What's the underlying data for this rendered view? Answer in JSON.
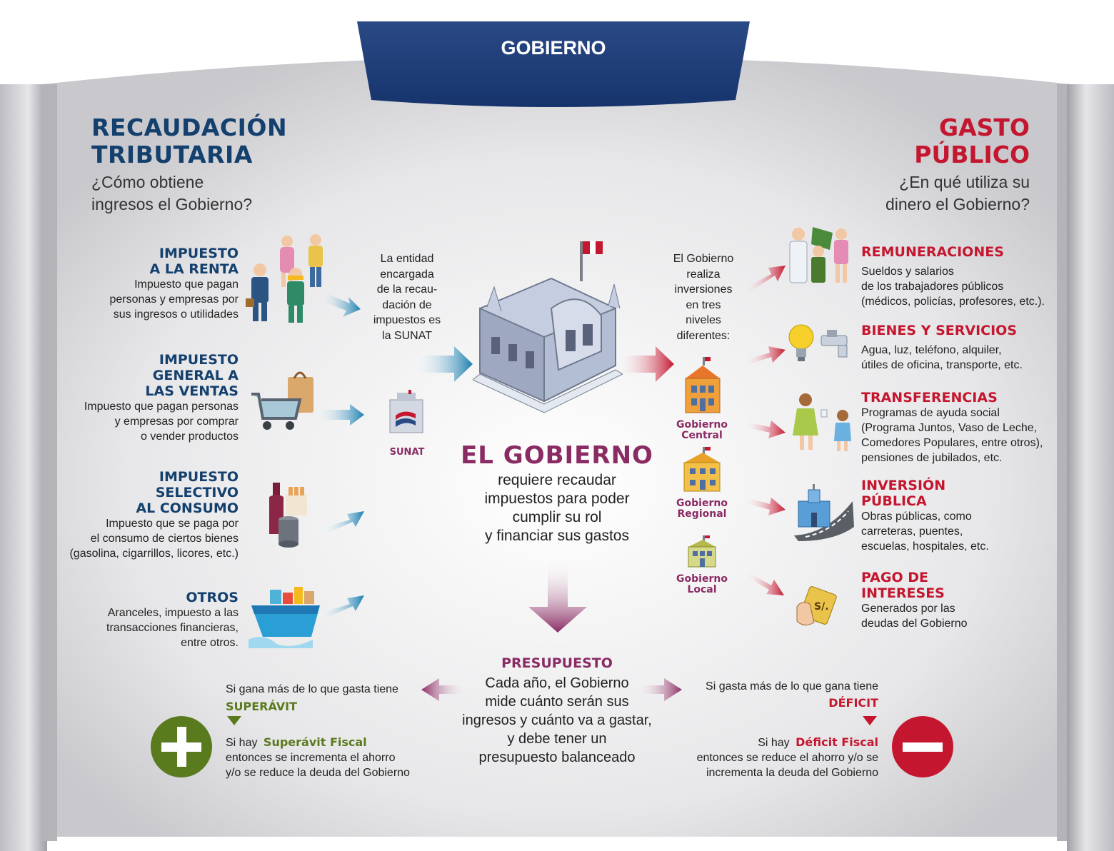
{
  "banner": {
    "title": "GOBIERNO"
  },
  "left": {
    "heading_line1": "RECAUDACIÓN",
    "heading_line2": "TRIBUTARIA",
    "sub_line1": "¿Cómo obtiene",
    "sub_line2": "ingresos el Gobierno?",
    "taxes": [
      {
        "title": [
          "IMPUESTO",
          "A LA RENTA"
        ],
        "desc": [
          "Impuesto que pagan",
          "personas y empresas por",
          "sus ingresos o utilidades"
        ],
        "icon": "people-icon"
      },
      {
        "title": [
          "IMPUESTO",
          "GENERAL A",
          "LAS VENTAS"
        ],
        "desc": [
          "Impuesto que pagan personas",
          "y empresas por comprar",
          "o vender productos"
        ],
        "icon": "shopping-cart-icon"
      },
      {
        "title": [
          "IMPUESTO",
          "SELECTIVO",
          "AL CONSUMO"
        ],
        "desc": [
          "Impuesto que se paga por",
          "el consumo de ciertos bienes",
          "(gasolina, cigarrillos, licores, etc.)"
        ],
        "icon": "bottle-barrel-icon"
      },
      {
        "title": [
          "OTROS"
        ],
        "desc": [
          "Aranceles, impuesto a las",
          "transacciones financieras,",
          "entre otros."
        ],
        "icon": "cargo-ship-icon"
      }
    ]
  },
  "center": {
    "sunat_note": [
      "La entidad",
      "encargada",
      "de la recau-",
      "dación de",
      "impuestos es",
      "la SUNAT"
    ],
    "sunat_label": "SUNAT",
    "gov_title": "EL GOBIERNO",
    "gov_desc": [
      "requiere recaudar",
      "impuestos para poder",
      "cumplir su rol",
      "y financiar sus gastos"
    ],
    "invest_note": [
      "El Gobierno",
      "realiza",
      "inversiones",
      "en tres",
      "niveles",
      "diferentes:"
    ],
    "levels": [
      {
        "label": [
          "Gobierno",
          "Central"
        ]
      },
      {
        "label": [
          "Gobierno",
          "Regional"
        ]
      },
      {
        "label": [
          "Gobierno",
          "Local"
        ]
      }
    ]
  },
  "right": {
    "heading_line1": "GASTO",
    "heading_line2": "PÚBLICO",
    "sub_line1": "¿En qué utiliza su",
    "sub_line2": "dinero el Gobierno?",
    "spending": [
      {
        "title": [
          "REMUNERACIONES"
        ],
        "desc": [
          "Sueldos y salarios",
          "de los trabajadores públicos",
          "(médicos, policías, profesores, etc.)."
        ]
      },
      {
        "title": [
          "BIENES Y SERVICIOS"
        ],
        "desc": [
          "Agua, luz, teléfono, alquiler,",
          "útiles de oficina, transporte, etc."
        ]
      },
      {
        "title": [
          "TRANSFERENCIAS"
        ],
        "desc": [
          "Programas de ayuda social",
          "(Programa Juntos, Vaso de Leche,",
          "Comedores Populares, entre otros),",
          "pensiones de jubilados, etc."
        ]
      },
      {
        "title": [
          "INVERSIÓN",
          "PÚBLICA"
        ],
        "desc": [
          "Obras públicas, como",
          "carreteras, puentes,",
          "escuelas, hospitales, etc."
        ]
      },
      {
        "title": [
          "PAGO DE",
          "INTERESES"
        ],
        "desc": [
          "Generados por las",
          "deudas del Gobierno"
        ]
      }
    ]
  },
  "budget": {
    "title": "PRESUPUESTO",
    "desc": [
      "Cada año, el Gobierno",
      "mide cuánto serán sus",
      "ingresos y cuánto va a gastar,",
      "y debe tener un",
      "presupuesto balanceado"
    ]
  },
  "surplus": {
    "intro": "Si gana más de lo que gasta tiene",
    "label": "SUPERÁVIT",
    "prefix": "Si hay",
    "fiscal": "Superávit Fiscal",
    "line2": "entonces se incrementa el ahorro",
    "line3": "y/o se reduce la deuda del Gobierno",
    "color": "#5a7a1e"
  },
  "deficit": {
    "intro": "Si gasta más de lo que gana tiene",
    "label": "DÉFICIT",
    "prefix": "Si hay",
    "fiscal": "Déficit Fiscal",
    "line2": "entonces se reduce el ahorro y/o se",
    "line3": "incrementa la deuda del Gobierno",
    "color": "#c4162e"
  },
  "colors": {
    "navy": "#14406e",
    "red": "#c4162e",
    "purple": "#8a2b63",
    "green": "#5a7a1e",
    "blue_arrow": "#1b7fb0"
  }
}
